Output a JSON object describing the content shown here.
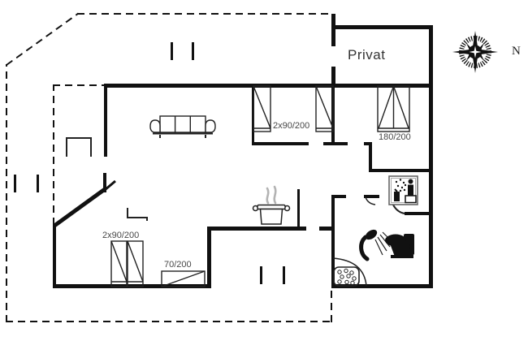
{
  "labels": {
    "private_room": "Privat",
    "bed_ne_pair": "2x90/200",
    "bed_ne_wide": "180/200",
    "bed_sw_pair": "2x90/200",
    "bed_sw_single": "70/200",
    "compass_north": "N"
  },
  "icons": {
    "sofa": "sofa-icon",
    "pot": "cooking-pot-icon",
    "steam": "steam-icon",
    "shower": "shower-icon",
    "toilet": "toilet-icon",
    "sink": "corner-sink-icon",
    "sauna": "sauna-icon",
    "compass": "compass-rose-icon",
    "beds": "bed-icon",
    "table": "side-table-icon",
    "posts": "terrace-post-icon"
  },
  "colors": {
    "wall": "#111111",
    "label": "#474747",
    "steam": "#b3b3b3",
    "icon_frame": "#666666",
    "background": "#ffffff"
  }
}
